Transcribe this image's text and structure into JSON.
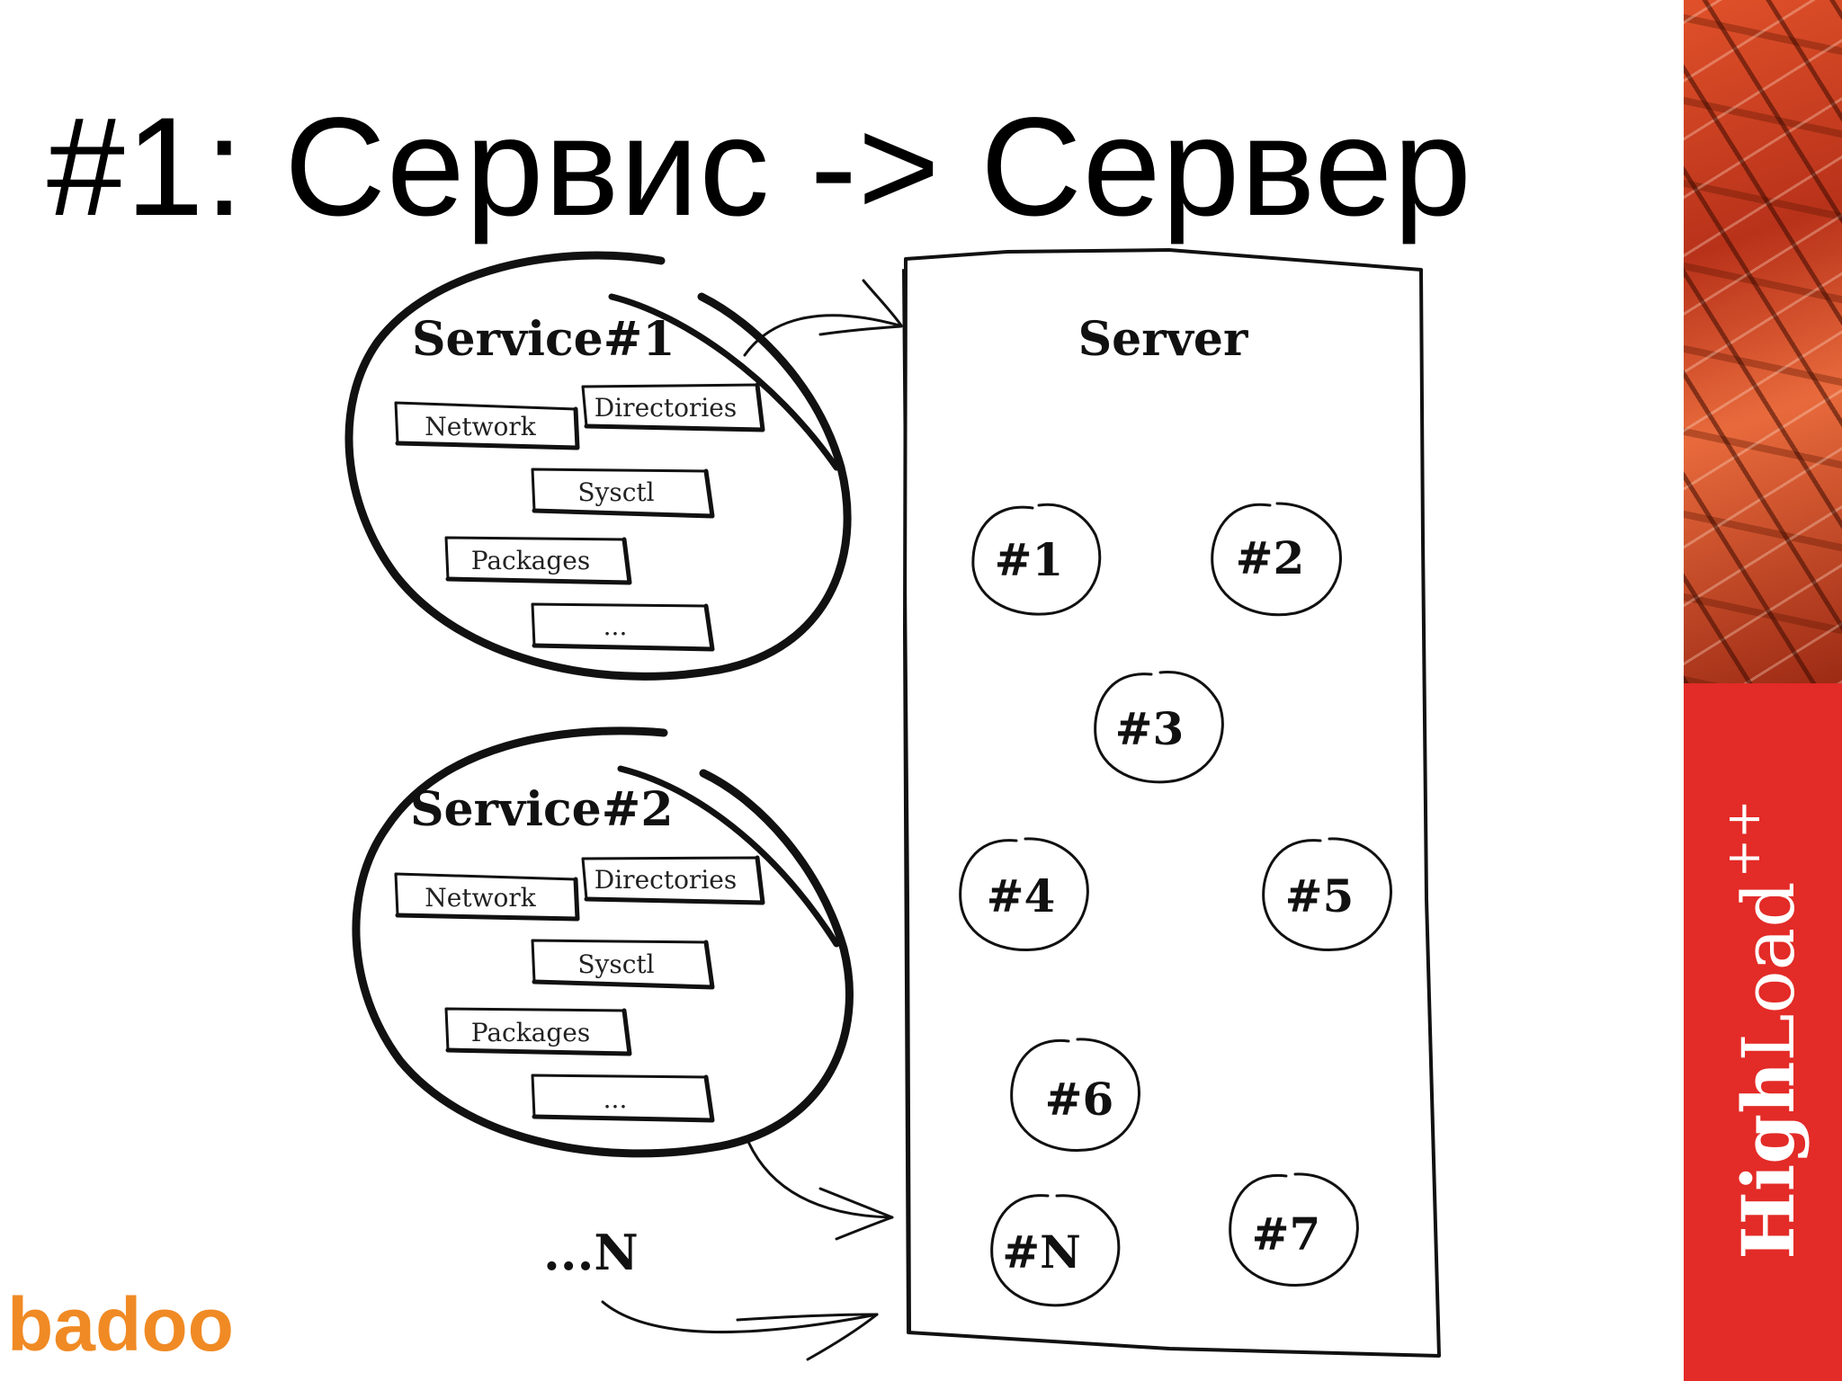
{
  "slide": {
    "title": "#1: Сервис -> Сервер"
  },
  "services": [
    {
      "title": "Service#1",
      "boxes": [
        "Network",
        "Directories",
        "Sysctl",
        "Packages",
        "..."
      ]
    },
    {
      "title": "Service#2",
      "boxes": [
        "Network",
        "Directories",
        "Sysctl",
        "Packages",
        "..."
      ]
    }
  ],
  "more_services_label": "...N",
  "server": {
    "title": "Server",
    "processes": [
      "#1",
      "#2",
      "#3",
      "#4",
      "#5",
      "#6",
      "#7",
      "#N"
    ]
  },
  "branding": {
    "conference_high": "High",
    "conference_load": "Load",
    "conference_suffix": "++",
    "company_logo_text": "badoo",
    "accent_color": "#e32b27",
    "logo_color": "#f08a24"
  }
}
